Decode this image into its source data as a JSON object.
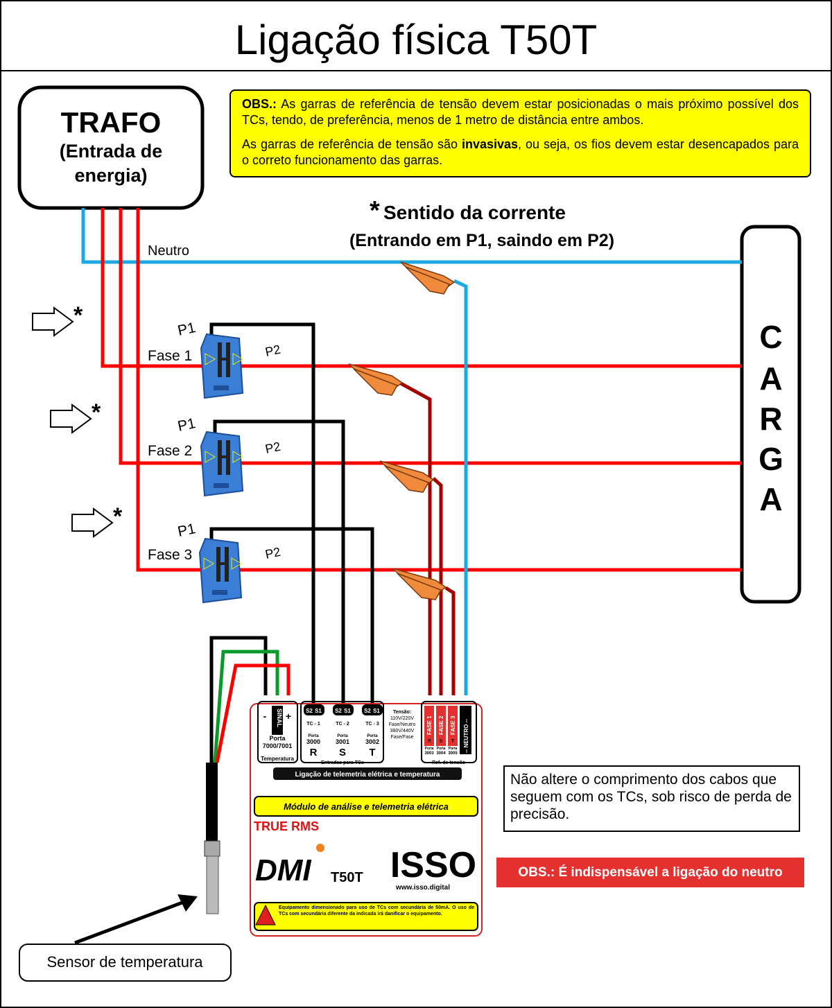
{
  "title": "Ligação física T50T",
  "trafo": {
    "l1": "TRAFO",
    "l2": "(Entrada de",
    "l3": "energia)"
  },
  "obs_box": {
    "prefix": "OBS.:",
    "p1": "As garras de referência de tensão devem estar posicionadas o mais próximo possível dos TCs, tendo, de preferência, menos de 1 metro de distância entre ambos.",
    "p2_a": "As garras de referência de tensão são ",
    "p2_bold": "invasivas",
    "p2_b": ", ou seja, os fios devem estar desencapados para o correto funcionamento das garras."
  },
  "current": {
    "star": "*",
    "l1": "Sentido da corrente",
    "l2": "(Entrando em P1, saindo em P2)"
  },
  "neutro_label": "Neutro",
  "carga": [
    "C",
    "A",
    "R",
    "G",
    "A"
  ],
  "phases": [
    {
      "label": "Fase 1",
      "p1": "P1",
      "p2": "P2",
      "star": "*"
    },
    {
      "label": "Fase 2",
      "p1": "P1",
      "p2": "P2",
      "star": "*"
    },
    {
      "label": "Fase 3",
      "p1": "P1",
      "p2": "P2",
      "star": "*"
    }
  ],
  "module": {
    "temp": {
      "minus": "-",
      "sinal": "SINAL",
      "plus": "+",
      "porta": "Porta",
      "num": "7000/7001",
      "label": "Temperatura"
    },
    "tcs": [
      {
        "s2": "S2",
        "s1": "S1",
        "name": "TC - 1",
        "porta": "Porta",
        "num": "3000",
        "phase": "R"
      },
      {
        "s2": "S2",
        "s1": "S1",
        "name": "TC - 2",
        "porta": "Porta",
        "num": "3001",
        "phase": "S"
      },
      {
        "s2": "S2",
        "s1": "S1",
        "name": "TC - 3",
        "porta": "Porta",
        "num": "3002",
        "phase": "T"
      }
    ],
    "tcs_label": "Entradas para TCs",
    "tensao": {
      "title": "Tensão:",
      "l1": "110V/220V",
      "l2": "Fase/Neutro",
      "l3": "380V/440V",
      "l4": "Fase/Fase"
    },
    "refs": [
      {
        "name": "FASE 1",
        "ph": "R",
        "porta": "Porta",
        "num": "3003"
      },
      {
        "name": "FASE 2",
        "ph": "S",
        "porta": "Porta",
        "num": "3004"
      },
      {
        "name": "FASE 3",
        "ph": "T",
        "porta": "Porta",
        "num": "3005"
      }
    ],
    "neutro": "-- NEUTRO --",
    "ref_label": "Ref. de tensão",
    "banner": "Ligação de telemetria elétrica e temperatura",
    "subtitle": "Módulo de análise e telemetria elétrica",
    "true_rms": "TRUE RMS",
    "logo_dmi": "DMI",
    "model": "T50T",
    "logo_isso": "ISSO",
    "url": "www.isso.digital",
    "warning": "Equipamento dimensionado para uso de TCs com secundária de 50mA. O uso de TCs com secundária diferente da indicada irá danificar o equipamento."
  },
  "note": "Não altere o comprimento dos cabos que seguem com os TCs, sob risco de perda de precisão.",
  "obs_neutro": "OBS.: É indispensável a ligação do neutro",
  "sensor_label": "Sensor de temperatura",
  "colors": {
    "red": "#ff0000",
    "blue": "#1aa9e1",
    "darkred": "#a50000",
    "yellow": "#ffff00",
    "ct_blue": "#3a7fd5",
    "clamp": "#f08a3c"
  }
}
